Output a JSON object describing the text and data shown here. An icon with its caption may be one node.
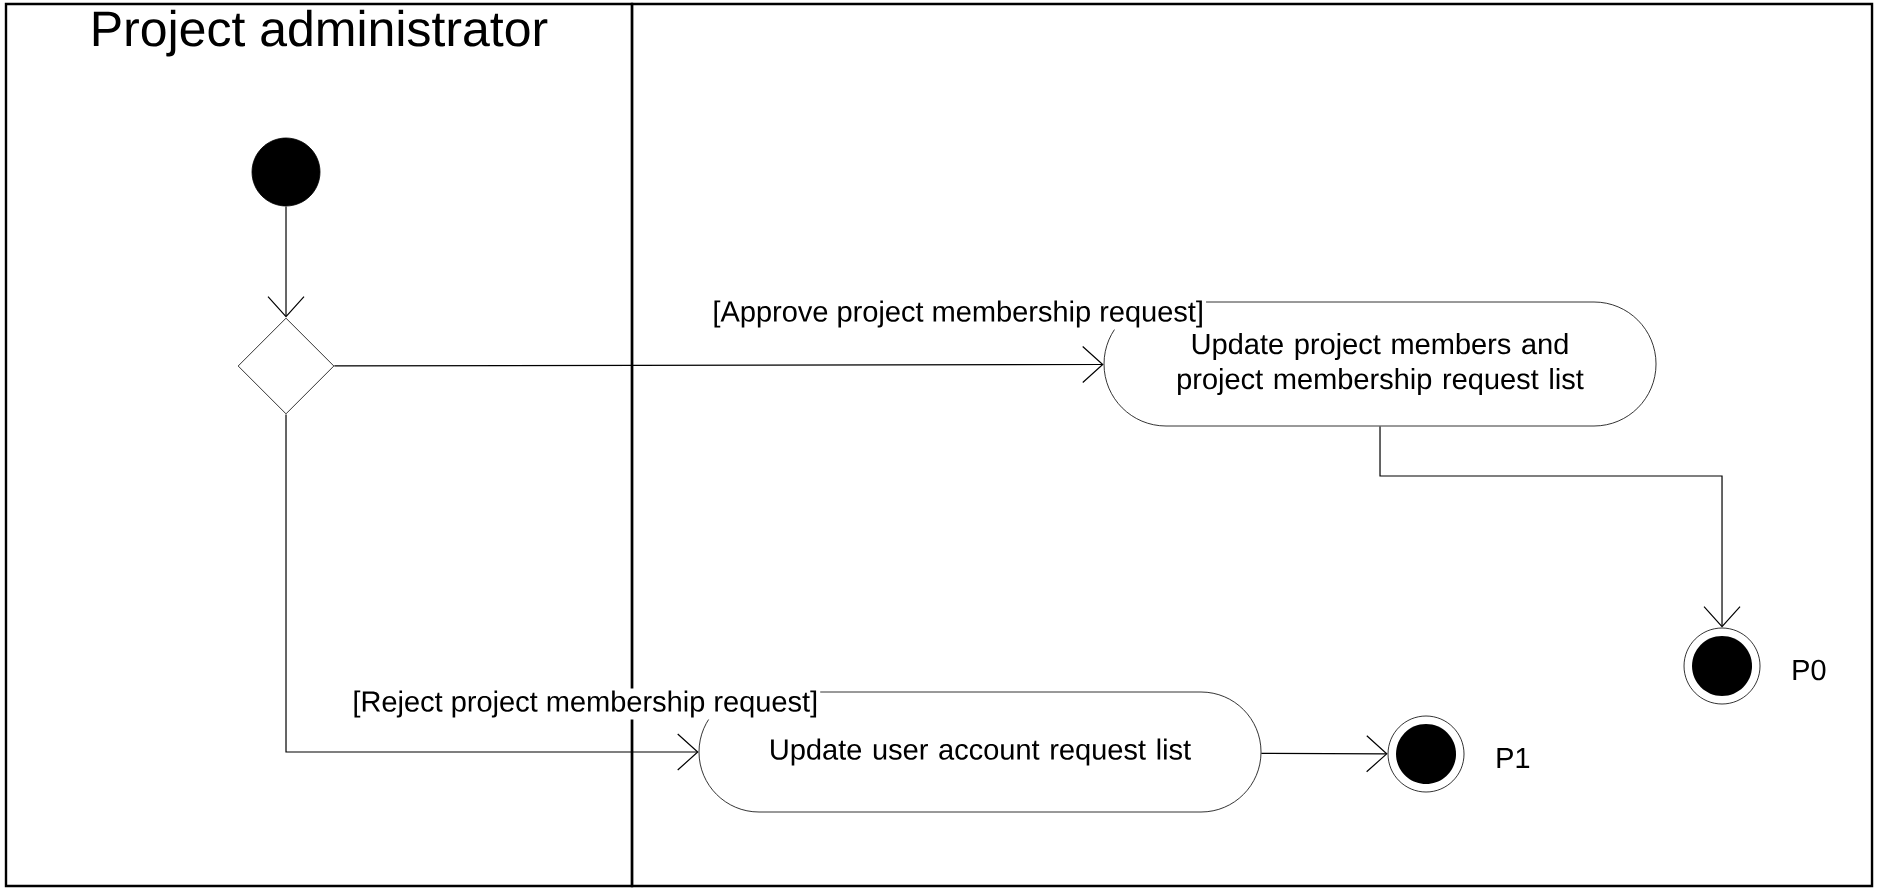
{
  "diagram": {
    "nodes": [
      {
        "text": [
          "Project administrator"
        ]
      },
      {
        "text": [],
        "shape": "box"
      },
      {
        "text": [],
        "shape": "circle",
        "in": 0
      },
      {
        "text": [],
        "shape": "diamond",
        "in": 0
      },
      {
        "text": [
          "Update project members and project membership request list"
        ],
        "in": 1
      },
      {
        "text": [],
        "shape": "bullseye",
        "in": 1,
        "beside": [
          "P0"
        ]
      },
      {
        "text": [
          "Update user account request list"
        ],
        "in": 1
      },
      {
        "text": [],
        "shape": "bullseye",
        "in": 1,
        "beside": [
          "P1"
        ]
      }
    ],
    "edges": [
      {
        "from": 2,
        "to": 3,
        "arrow": "to"
      },
      {
        "from": 3,
        "to": 4,
        "arrow": "to",
        "label": "[Approve project membership request]"
      },
      {
        "from": 4,
        "to": 5,
        "arrow": "to"
      },
      {
        "from": 3,
        "to": 6,
        "arrow": "to",
        "label": "[Reject project membership request]"
      },
      {
        "from": 6,
        "to": 7,
        "arrow": "to"
      }
    ]
  }
}
